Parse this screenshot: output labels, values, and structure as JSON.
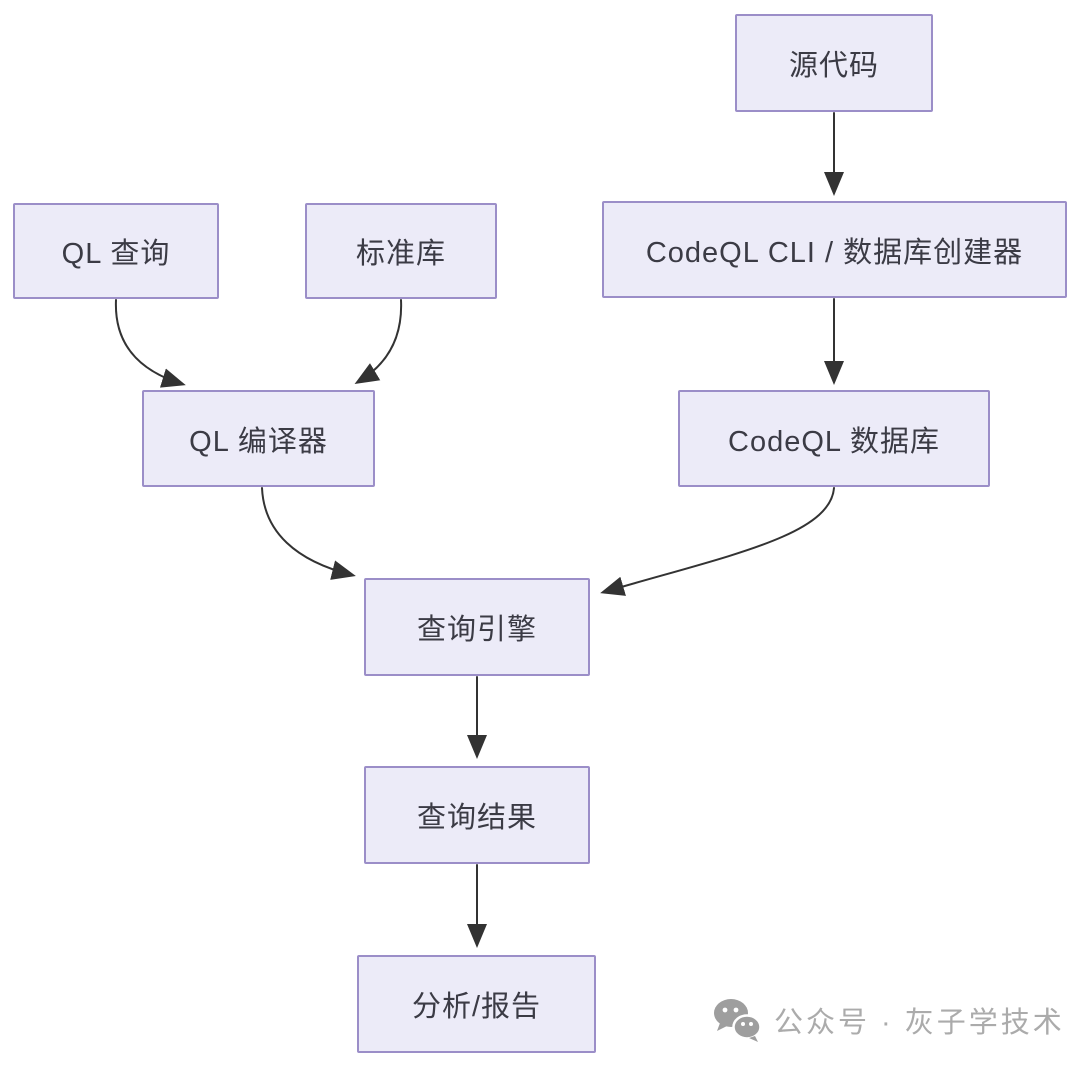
{
  "diagram_type": "flowchart",
  "nodes": [
    {
      "id": "source-code",
      "label": "源代码"
    },
    {
      "id": "ql-query",
      "label": "QL 查询"
    },
    {
      "id": "std-lib",
      "label": "标准库"
    },
    {
      "id": "codeql-cli",
      "label": "CodeQL CLI / 数据库创建器"
    },
    {
      "id": "ql-compiler",
      "label": "QL 编译器"
    },
    {
      "id": "codeql-db",
      "label": "CodeQL 数据库"
    },
    {
      "id": "query-engine",
      "label": "查询引擎"
    },
    {
      "id": "query-results",
      "label": "查询结果"
    },
    {
      "id": "analysis-report",
      "label": "分析/报告"
    }
  ],
  "edges": [
    {
      "from": "source-code",
      "to": "codeql-cli"
    },
    {
      "from": "codeql-cli",
      "to": "codeql-db"
    },
    {
      "from": "ql-query",
      "to": "ql-compiler"
    },
    {
      "from": "std-lib",
      "to": "ql-compiler"
    },
    {
      "from": "ql-compiler",
      "to": "query-engine"
    },
    {
      "from": "codeql-db",
      "to": "query-engine"
    },
    {
      "from": "query-engine",
      "to": "query-results"
    },
    {
      "from": "query-results",
      "to": "analysis-report"
    }
  ],
  "watermark": {
    "icon": "wechat-icon",
    "text": "公众号 · 灰子学技术"
  },
  "theme": {
    "node-fill": "#ecebf8",
    "node-border": "#9b8ec8",
    "node-text": "#3b3b45",
    "arrow": "#333333",
    "watermark": "#ababab",
    "background": "#ffffff"
  }
}
